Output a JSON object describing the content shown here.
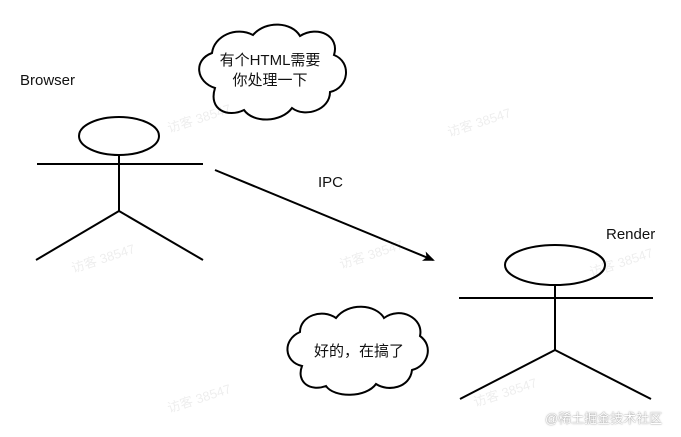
{
  "actors": {
    "browser": {
      "label": "Browser"
    },
    "render": {
      "label": "Render"
    }
  },
  "message": {
    "label": "IPC"
  },
  "bubbles": {
    "browser_speech": {
      "line1": "有个HTML需要",
      "line2": "你处理一下"
    },
    "render_speech": {
      "text": "好的，在搞了"
    }
  },
  "watermark": {
    "text": "访客 38547"
  },
  "brand": {
    "text": "@稀土掘金技术社区"
  },
  "colors": {
    "stroke": "#000000",
    "background": "#ffffff"
  }
}
